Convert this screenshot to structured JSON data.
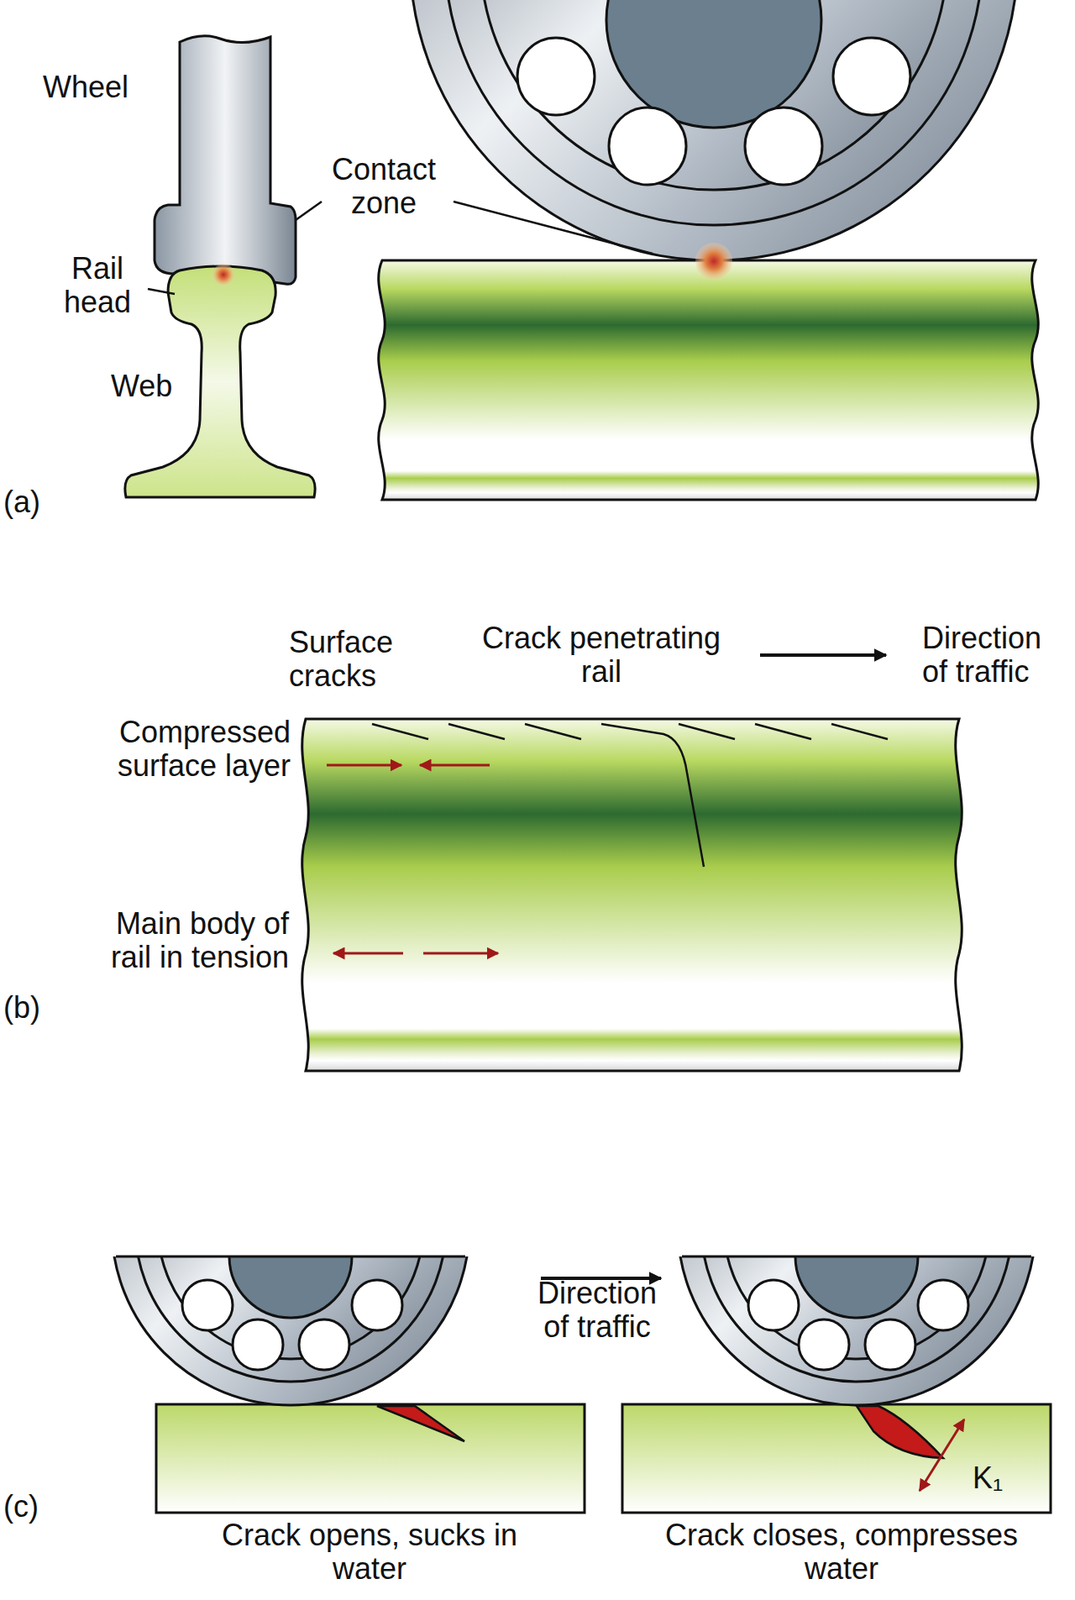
{
  "diagram": {
    "labels": [
      "Wheel",
      "Contact zone",
      "Rail head",
      "Web",
      "(a)",
      "Surface cracks",
      "Crack penetrating rail",
      "Direction of traffic",
      "Compressed surface layer",
      "Main body of rail in tension",
      "(b)",
      "Direction of traffic",
      "K₁",
      "Crack opens, sucks in water",
      "Crack closes, compresses water",
      "(c)"
    ]
  }
}
